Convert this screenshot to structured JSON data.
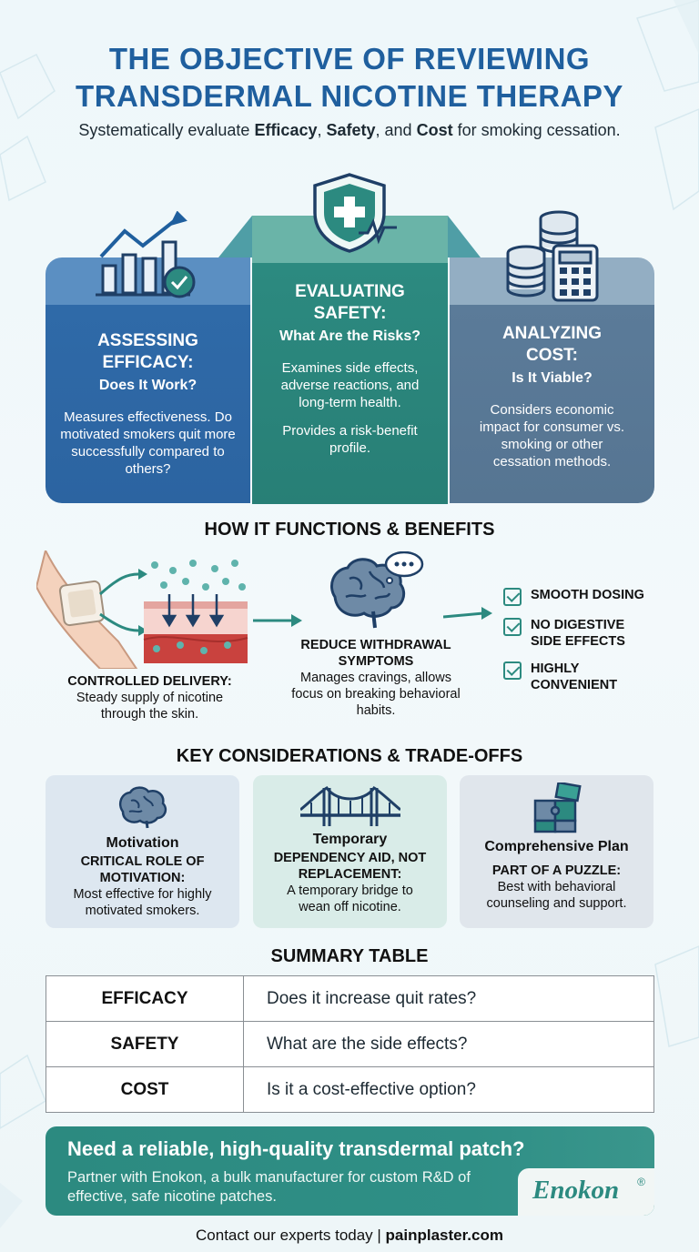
{
  "header": {
    "title_line1": "THE OBJECTIVE OF REVIEWING",
    "title_line2": "TRANSDERMAL NICOTINE THERAPY",
    "subtitle_pre": "Systematically evaluate ",
    "subtitle_b1": "Efficacy",
    "subtitle_sep1": ", ",
    "subtitle_b2": "Safety",
    "subtitle_sep2": ", and ",
    "subtitle_b3": "Cost",
    "subtitle_post": " for smoking cessation."
  },
  "panels": {
    "efficacy": {
      "title_line1": "ASSESSING",
      "title_line2": "EFFICACY:",
      "question": "Does It Work?",
      "text": "Measures effectiveness. Do motivated smokers quit more successfully compared to others?",
      "icon": "bar-chart-growth-icon"
    },
    "safety": {
      "title_line1": "EVALUATING",
      "title_line2": "SAFETY:",
      "question": "What Are the Risks?",
      "text": "Examines side effects, adverse reactions, and long-term health.",
      "text2": "Provides a risk-benefit profile.",
      "icon": "medical-shield-icon"
    },
    "cost": {
      "title_line1": "ANALYZING",
      "title_line2": "COST:",
      "question": "Is It Viable?",
      "text": "Considers economic impact for consumer vs. smoking or other cessation methods.",
      "icon": "coins-calculator-icon"
    }
  },
  "functions": {
    "heading": "HOW IT FUNCTIONS & BENEFITS",
    "delivery_title": "CONTROLLED DELIVERY:",
    "delivery_text": "Steady supply of nicotine through the skin.",
    "withdrawal_title": "REDUCE WITHDRAWAL SYMPTOMS",
    "withdrawal_text": "Manages cravings, allows focus on breaking behavioral habits.",
    "benefits": [
      "SMOOTH DOSING",
      "NO DIGESTIVE SIDE EFFECTS",
      "HIGHLY CONVENIENT"
    ]
  },
  "considerations": {
    "heading": "KEY CONSIDERATIONS & TRADE-OFFS",
    "cards": [
      {
        "title": "Motivation",
        "subtitle": "CRITICAL ROLE OF MOTIVATION:",
        "text": "Most effective for highly motivated smokers.",
        "icon": "brain-icon",
        "bg": "#dde7f0"
      },
      {
        "title": "Temporary",
        "subtitle": "DEPENDENCY AID, NOT REPLACEMENT:",
        "text": "A temporary bridge to wean off nicotine.",
        "icon": "bridge-icon",
        "bg": "#d9ece8"
      },
      {
        "title": "Comprehensive Plan",
        "subtitle": "PART OF A PUZZLE:",
        "text": "Best with behavioral counseling and support.",
        "icon": "puzzle-icon",
        "bg": "#e0e6ec"
      }
    ]
  },
  "summary": {
    "heading": "SUMMARY TABLE",
    "rows": [
      {
        "key": "EFFICACY",
        "value": "Does it increase quit rates?"
      },
      {
        "key": "SAFETY",
        "value": "What are the side effects?"
      },
      {
        "key": "COST",
        "value": "Is it a cost-effective option?"
      }
    ]
  },
  "cta": {
    "headline": "Need a reliable, high-quality transdermal patch?",
    "body": "Partner with Enokon, a bulk manufacturer for custom R&D of effective, safe nicotine patches.",
    "logo": "Enokon",
    "logo_mark": "®"
  },
  "footer": {
    "contact_pre": "Contact our experts today | ",
    "contact_link": "painplaster.com"
  },
  "colors": {
    "title_blue": "#1f5f9e",
    "efficacy_blue": "#2f6aa8",
    "safety_teal": "#2c8a80",
    "cost_slate": "#5b7b99"
  }
}
